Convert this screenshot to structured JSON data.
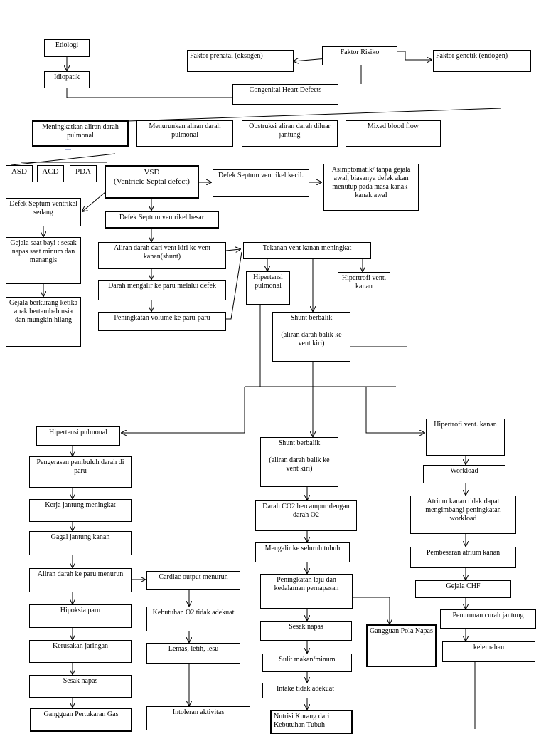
{
  "nodes": {
    "etiologi": "Etiologi",
    "idiopatik": "Idiopatik",
    "faktor_prenatal": "Faktor prenatal (eksogen)",
    "faktor_risiko": "Faktor Risiko",
    "faktor_genetik": "Faktor genetik (endogen)",
    "chd": "Congenital Heart Defects",
    "meningkatkan": "Meningkatkan aliran darah pulmonal",
    "menurunkan": "Menurunkan aliran darah pulmonal",
    "obstruksi": "Obstruksi aliran darah diluar jantung",
    "mixed": "Mixed blood flow",
    "asd": "ASD",
    "acd": "ACD",
    "pda": "PDA",
    "vsd": "VSD\n(Ventricle Septal defect)",
    "defek_kecil": "Defek Septum ventrikel kecil.",
    "asimptomatik": "Asimptomatik/ tanpa gejala awal, biasanya defek akan menutup pada masa kanak-kanak awal",
    "defek_sedang": "Defek Septum ventrikel sedang",
    "gejala_bayi": "Gejala saat bayi : sesak napas saat minum dan menangis",
    "gejala_berkurang": "Gejala berkurang ketika anak bertambah usia dan mungkin hilang",
    "defek_besar": "Defek Septum ventrikel besar",
    "aliran_shunt": "Aliran darah dari vent kiri ke vent kanan(shunt)",
    "darah_paru": "Darah mengalir ke paru melalui defek",
    "peningkatan_volume": "Peningkatan volume ke paru-paru",
    "tekanan_vent": "Tekanan vent kanan meningkat",
    "hipertensi_pulm_1": "Hipertensi pulmonal",
    "hipertrofi_vent_1": "Hipertrofi vent. kanan",
    "shunt_berbalik_1": "Shunt berbalik\n\n(aliran darah balik ke vent kiri)",
    "hipertensi_pulm_2": "Hipertensi pulmonal",
    "pengerasan": "Pengerasan pembuluh darah di paru",
    "kerja_jantung": "Kerja jantung meningkat",
    "gagal_jantung": "Gagal jantung kanan",
    "aliran_paru_menurun": "Aliran darah ke paru menurun",
    "hipoksia": "Hipoksia paru",
    "kerusakan": "Kerusakan jaringan",
    "sesak_napas_1": "Sesak napas",
    "gangguan_pertukaran": "Gangguan Pertukaran Gas",
    "cardiac_output": "Cardiac output menurun",
    "kebutuhan_o2": "Kebutuhan O2 tidak adekuat",
    "lemas": "Lemas, letih, lesu",
    "intoleran": "Intoleran aktivitas",
    "shunt_berbalik_2": "Shunt berbalik\n\n(aliran darah balik ke vent kiri)",
    "darah_co2": "Darah CO2 bercampur dengan darah O2",
    "mengalir_tubuh": "Mengalir ke seluruh tubuh",
    "peningkatan_laju": "Peningkatan laju dan kedalaman pernapasan",
    "sesak_napas_2": "Sesak napas",
    "sulit_makan": "Sulit makan/minum",
    "intake": "Intake tidak adekuat",
    "nutrisi": "Nutrisi Kurang dari Kebutuhan Tubuh",
    "gangguan_pola": "Gangguan Pola Napas",
    "hipertrofi_vent_2": "Hipertrofi vent. kanan",
    "workload": "Workload",
    "atrium_kanan": "Atrium kanan tidak dapat mengimbangi peningkatan workload",
    "pembesaran": "Pembesaran atrium kanan",
    "gejala_chf": "Gejala CHF",
    "penurunan_curah": "Penurunan curah jantung",
    "kelemahan": "kelemahan"
  }
}
